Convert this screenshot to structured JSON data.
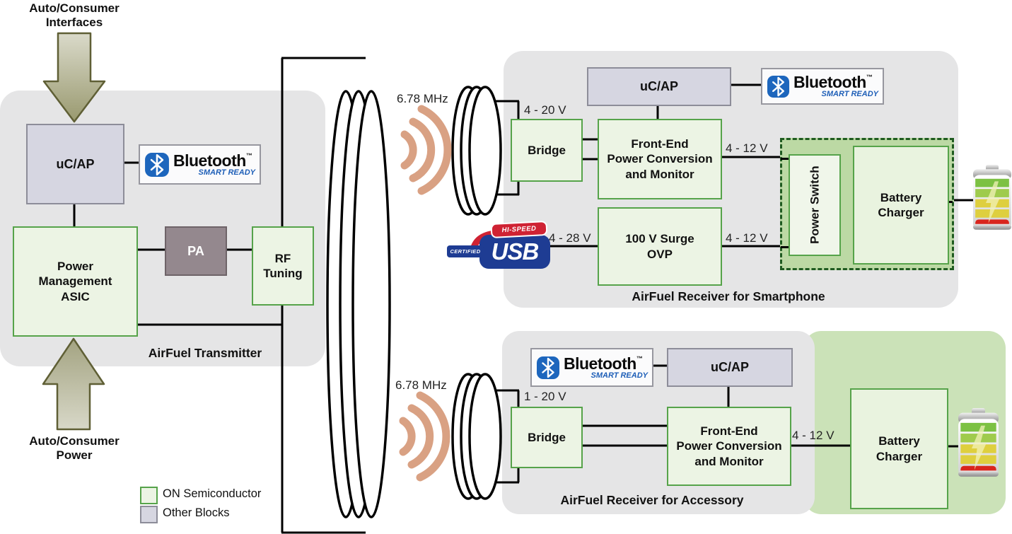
{
  "legend": {
    "on_semiconductor": "ON Semiconductor",
    "other_blocks": "Other Blocks"
  },
  "bluetooth": {
    "wordmark": "Bluetooth",
    "trademark": "™",
    "tagline": "SMART READY"
  },
  "link": {
    "frequency": "6.78 MHz"
  },
  "transmitter": {
    "caption": "AirFuel Transmitter",
    "input_interfaces": "Auto/Consumer\nInterfaces",
    "input_power": "Auto/Consumer\nPower",
    "ucap": "uC/AP",
    "pma": "Power\nManagement\nASIC",
    "pa": "PA",
    "rf_tuning": "RF\nTuning"
  },
  "smartphone": {
    "caption": "AirFuel Receiver for Smartphone",
    "ucap": "uC/AP",
    "bridge": "Bridge",
    "front_end": "Front-End\nPower Conversion\nand Monitor",
    "ovp": "100 V Surge\nOVP",
    "power_switch": "Power Switch",
    "battery_charger": "Battery\nCharger",
    "v_coil_to_bridge": "4 - 20 V",
    "v_front_end_out": "4 - 12 V",
    "v_usb_in": "4 - 28 V",
    "v_ovp_out": "4 - 12 V"
  },
  "accessory": {
    "caption": "AirFuel Receiver for Accessory",
    "ucap": "uC/AP",
    "bridge": "Bridge",
    "front_end": "Front-End\nPower Conversion\nand Monitor",
    "battery_charger": "Battery\nCharger",
    "v_coil_to_bridge": "1 - 20 V",
    "v_front_end_out": "4 - 12 V"
  },
  "usb_logo": {
    "certified": "CERTIFIED",
    "hi_speed": "HI-SPEED",
    "label": "USB"
  },
  "colors": {
    "on_semiconductor_green": "#56a34a",
    "other_block_gray": "#d6d6e1",
    "bluetooth_blue": "#1d66bd",
    "usb_blue": "#1e3c93",
    "usb_red": "#cf2233",
    "wave_tan": "#d9a183",
    "panel_gray": "#e5e5e6",
    "accessory_panel_green": "#cbe2b8"
  }
}
